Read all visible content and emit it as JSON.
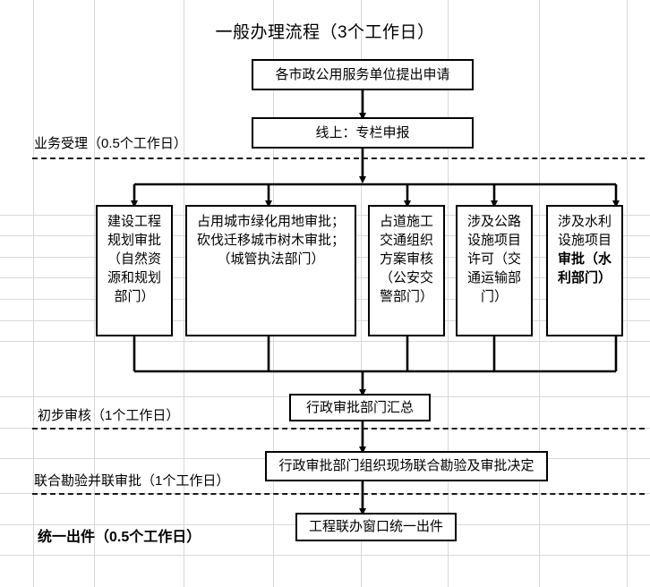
{
  "title": "一般办理流程（3个工作日）",
  "nodes": {
    "apply": "各市政公用服务单位提出申请",
    "online": "线上：专栏申报",
    "parallel": [
      {
        "id": "planning",
        "text": "建设工程规划审批（自然资源和规划部门）",
        "bold_tail": ""
      },
      {
        "id": "greening",
        "text": "占用城市绿化用地审批；砍伐迁移城市树木审批；（城管执法部门）",
        "bold_tail": ""
      },
      {
        "id": "traffic-plan",
        "text": "占道施工交通组织方案审核（公安交警部门）",
        "bold_tail": ""
      },
      {
        "id": "highway",
        "text": "涉及公路设施项目许可（交通运输部门）",
        "bold_tail": ""
      },
      {
        "id": "water",
        "text": "涉及水利设施项目",
        "bold_tail": "审批（水利部门）"
      }
    ],
    "summary": "行政审批部门汇总",
    "joint_inspection": "行政审批部门组织现场联合勘验及审批决定",
    "issue": "工程联办窗口统一出件"
  },
  "stages": [
    {
      "id": "acceptance",
      "label": "业务受理（0.5个工作日）",
      "emphasis": "normal"
    },
    {
      "id": "preliminary",
      "label": "初步审核（1个工作日）",
      "emphasis": "normal"
    },
    {
      "id": "joint",
      "label": "联合勘验并联审批（1个工作日）",
      "emphasis": "normal"
    },
    {
      "id": "output",
      "label": "统一出件（0.5个工作日）",
      "emphasis": "bold"
    }
  ],
  "colors": {
    "line": "#000000",
    "grid": "#d9d9d9",
    "background": "#ffffff",
    "text": "#000000"
  }
}
